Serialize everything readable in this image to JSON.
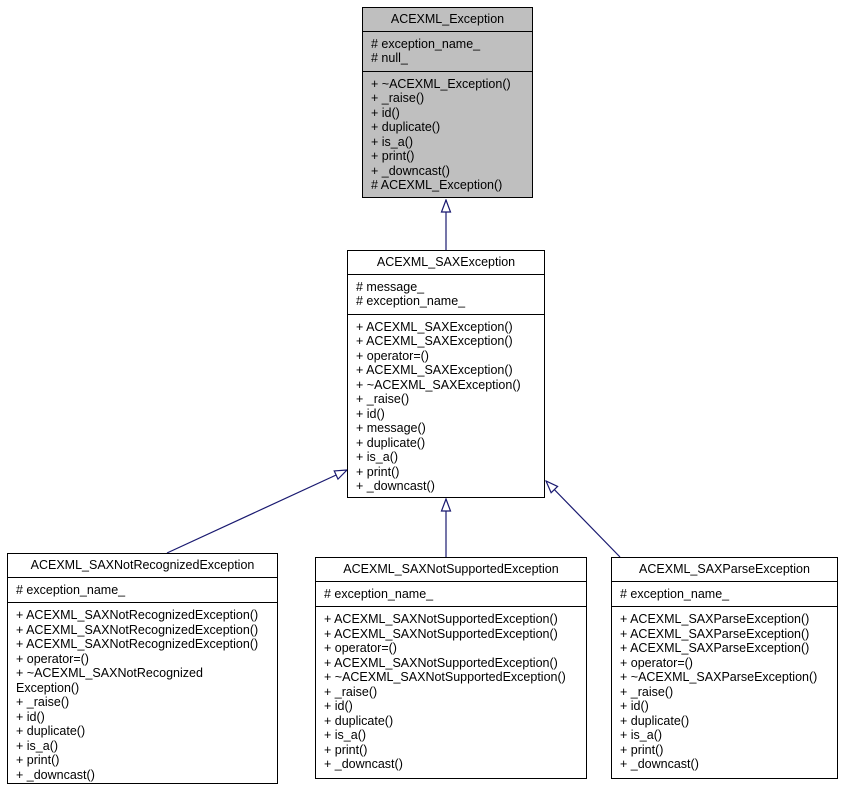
{
  "diagram": {
    "type": "uml-class-inheritance",
    "colors": {
      "background": "#ffffff",
      "box_border": "#000000",
      "box_fill": "#ffffff",
      "highlight_fill": "#bfbfbf",
      "text": "#000000",
      "arrow": "#191970"
    }
  },
  "classes": [
    {
      "name": "ACEXML_Exception",
      "highlighted": true,
      "attributes": [
        "# exception_name_",
        "# null_"
      ],
      "methods": [
        "+ ~ACEXML_Exception()",
        "+ _raise()",
        "+ id()",
        "+ duplicate()",
        "+ is_a()",
        "+ print()",
        "+ _downcast()",
        "# ACEXML_Exception()"
      ]
    },
    {
      "name": "ACEXML_SAXException",
      "highlighted": false,
      "attributes": [
        "# message_",
        "# exception_name_"
      ],
      "methods": [
        "+ ACEXML_SAXException()",
        "+ ACEXML_SAXException()",
        "+ operator=()",
        "+ ACEXML_SAXException()",
        "+ ~ACEXML_SAXException()",
        "+ _raise()",
        "+ id()",
        "+ message()",
        "+ duplicate()",
        "+ is_a()",
        "+ print()",
        "+ _downcast()"
      ]
    },
    {
      "name": "ACEXML_SAXNotRecognizedException",
      "highlighted": false,
      "attributes": [
        "# exception_name_"
      ],
      "methods": [
        "+ ACEXML_SAXNotRecognizedException()",
        "+ ACEXML_SAXNotRecognizedException()",
        "+ ACEXML_SAXNotRecognizedException()",
        "+ operator=()",
        "+ ~ACEXML_SAXNotRecognized\nException()",
        "+ _raise()",
        "+ id()",
        "+ duplicate()",
        "+ is_a()",
        "+ print()",
        "+ _downcast()"
      ]
    },
    {
      "name": "ACEXML_SAXNotSupportedException",
      "highlighted": false,
      "attributes": [
        "# exception_name_"
      ],
      "methods": [
        "+ ACEXML_SAXNotSupportedException()",
        "+ ACEXML_SAXNotSupportedException()",
        "+ operator=()",
        "+ ACEXML_SAXNotSupportedException()",
        "+ ~ACEXML_SAXNotSupportedException()",
        "+ _raise()",
        "+ id()",
        "+ duplicate()",
        "+ is_a()",
        "+ print()",
        "+ _downcast()"
      ]
    },
    {
      "name": "ACEXML_SAXParseException",
      "highlighted": false,
      "attributes": [
        "# exception_name_"
      ],
      "methods": [
        "+ ACEXML_SAXParseException()",
        "+ ACEXML_SAXParseException()",
        "+ ACEXML_SAXParseException()",
        "+ operator=()",
        "+ ~ACEXML_SAXParseException()",
        "+ _raise()",
        "+ id()",
        "+ duplicate()",
        "+ is_a()",
        "+ print()",
        "+ _downcast()"
      ]
    }
  ],
  "relationships": [
    {
      "from": "ACEXML_SAXException",
      "to": "ACEXML_Exception",
      "type": "inheritance"
    },
    {
      "from": "ACEXML_SAXNotRecognizedException",
      "to": "ACEXML_SAXException",
      "type": "inheritance"
    },
    {
      "from": "ACEXML_SAXNotSupportedException",
      "to": "ACEXML_SAXException",
      "type": "inheritance"
    },
    {
      "from": "ACEXML_SAXParseException",
      "to": "ACEXML_SAXException",
      "type": "inheritance"
    }
  ]
}
